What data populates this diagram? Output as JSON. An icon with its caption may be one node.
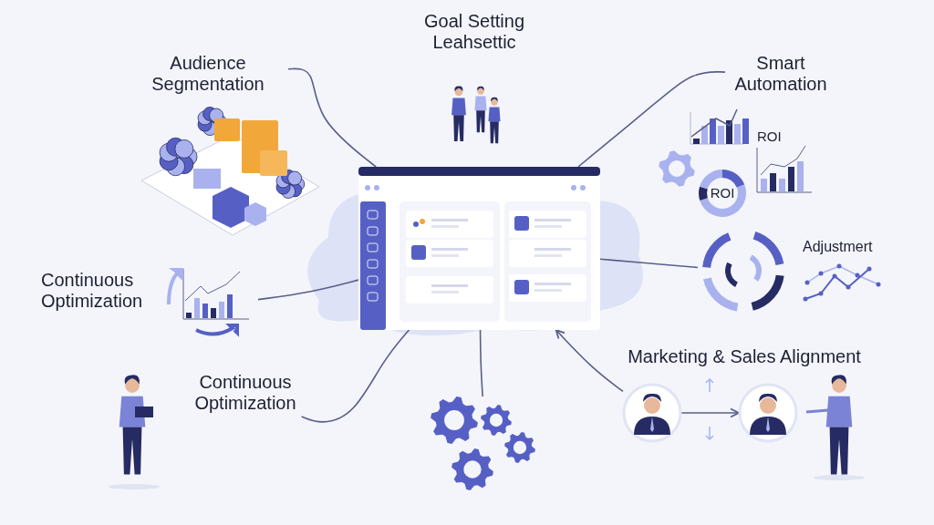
{
  "diagram": {
    "nodes": [
      {
        "text": [
          "Audience Segmentation"
        ]
      },
      {
        "text": [
          "Smart Automation"
        ]
      },
      {
        "text": [],
        "shape": "picture"
      },
      {
        "text": [],
        "shape": "picture"
      },
      {
        "text": [],
        "shape": "picture"
      },
      {
        "text": [
          "Continuous Optimization"
        ]
      },
      {
        "text": [],
        "shape": "picture"
      },
      {
        "text": [
          "Marketing & Sales Alignment"
        ]
      },
      {
        "text": [],
        "shape": "person"
      },
      {
        "text": [],
        "shape": "person"
      }
    ],
    "edges": [
      {
        "from": 0,
        "to": 2,
        "arrow": "none"
      },
      {
        "from": 1,
        "to": 2,
        "arrow": "none"
      },
      {
        "from": 3,
        "to": 2,
        "arrow": "none"
      },
      {
        "from": 2,
        "to": 4,
        "arrow": "none"
      },
      {
        "from": 5,
        "to": 2,
        "arrow": "none"
      },
      {
        "from": 2,
        "to": 6,
        "arrow": "none"
      },
      {
        "from": 8,
        "to": 2,
        "arrow": "to"
      },
      {
        "from": 8,
        "to": 9,
        "arrow": "to"
      }
    ],
    "labels": [
      "Goal Setting Leahsettic",
      "ROI",
      "ROI",
      "Adjustmert",
      "Continuous Optimization"
    ]
  }
}
